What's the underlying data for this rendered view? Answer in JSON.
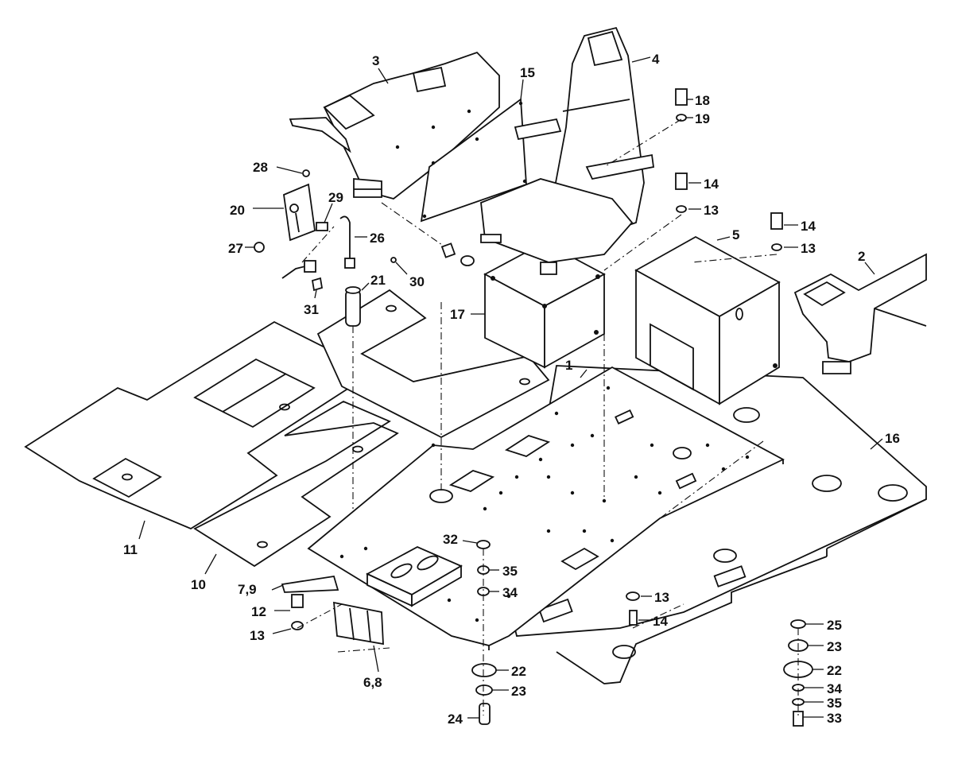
{
  "diagram": {
    "colors": {
      "line": "#111111",
      "background": "#ffffff"
    },
    "callouts": [
      {
        "id": "c1",
        "text": "1"
      },
      {
        "id": "c2",
        "text": "2"
      },
      {
        "id": "c3",
        "text": "3"
      },
      {
        "id": "c4",
        "text": "4"
      },
      {
        "id": "c5",
        "text": "5"
      },
      {
        "id": "c6",
        "text": "6,8"
      },
      {
        "id": "c7",
        "text": "7,9"
      },
      {
        "id": "c10",
        "text": "10"
      },
      {
        "id": "c11",
        "text": "11"
      },
      {
        "id": "c12",
        "text": "12"
      },
      {
        "id": "c13a",
        "text": "13"
      },
      {
        "id": "c13b",
        "text": "13"
      },
      {
        "id": "c13c",
        "text": "13"
      },
      {
        "id": "c13d",
        "text": "13"
      },
      {
        "id": "c14a",
        "text": "14"
      },
      {
        "id": "c14b",
        "text": "14"
      },
      {
        "id": "c14c",
        "text": "14"
      },
      {
        "id": "c15",
        "text": "15"
      },
      {
        "id": "c16",
        "text": "16"
      },
      {
        "id": "c17",
        "text": "17"
      },
      {
        "id": "c18",
        "text": "18"
      },
      {
        "id": "c19",
        "text": "19"
      },
      {
        "id": "c20",
        "text": "20"
      },
      {
        "id": "c21",
        "text": "21"
      },
      {
        "id": "c22a",
        "text": "22"
      },
      {
        "id": "c22b",
        "text": "22"
      },
      {
        "id": "c23a",
        "text": "23"
      },
      {
        "id": "c23b",
        "text": "23"
      },
      {
        "id": "c24",
        "text": "24"
      },
      {
        "id": "c25",
        "text": "25"
      },
      {
        "id": "c26",
        "text": "26"
      },
      {
        "id": "c27",
        "text": "27"
      },
      {
        "id": "c28",
        "text": "28"
      },
      {
        "id": "c29",
        "text": "29"
      },
      {
        "id": "c30",
        "text": "30"
      },
      {
        "id": "c31",
        "text": "31"
      },
      {
        "id": "c32",
        "text": "32"
      },
      {
        "id": "c33",
        "text": "33"
      },
      {
        "id": "c34a",
        "text": "34"
      },
      {
        "id": "c34b",
        "text": "34"
      },
      {
        "id": "c35a",
        "text": "35"
      },
      {
        "id": "c35b",
        "text": "35"
      }
    ]
  }
}
